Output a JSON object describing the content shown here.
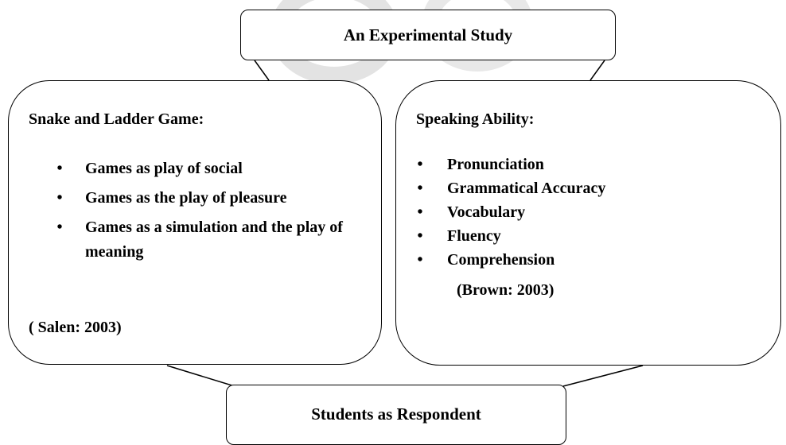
{
  "diagram": {
    "top_box": {
      "title": "An Experimental Study"
    },
    "left_box": {
      "heading": "Snake and Ladder Game:",
      "items": [
        "Games as play of social",
        "Games as the play of pleasure",
        "Games as a simulation and the play of meaning"
      ],
      "citation": "( Salen: 2003)"
    },
    "right_box": {
      "heading": "Speaking Ability:",
      "items": [
        "Pronunciation",
        "Grammatical Accuracy",
        "Vocabulary",
        "Fluency",
        "Comprehension"
      ],
      "citation": "(Brown: 2003)"
    },
    "bottom_box": {
      "title": "Students as Respondent"
    }
  },
  "colors": {
    "stroke": "#000000",
    "background": "#ffffff",
    "watermark": "#e3e3e3"
  },
  "icons": {
    "bullet": "bullet-dot-icon"
  }
}
